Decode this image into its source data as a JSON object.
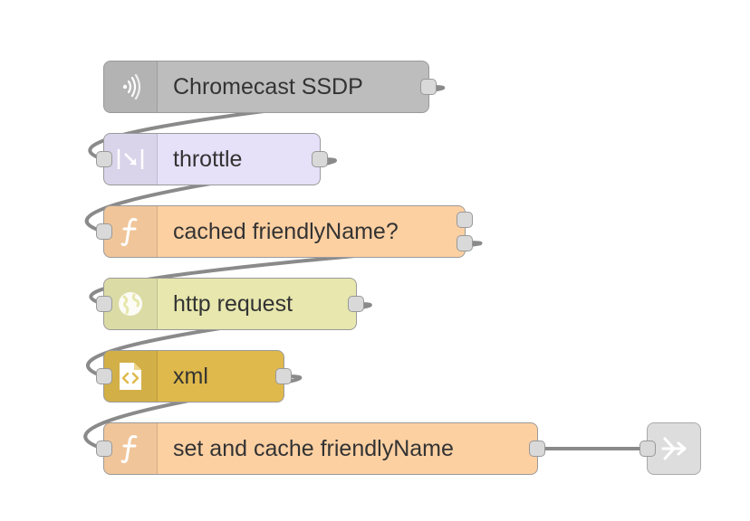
{
  "flow": {
    "nodes": {
      "ssdp": {
        "label": "Chromecast SSDP",
        "icon": "ssdp-wave-icon",
        "color": "#bdbdbd"
      },
      "throttle": {
        "label": "throttle",
        "icon": "throttle-icon",
        "color": "#e6e0f8"
      },
      "cached": {
        "label": "cached friendlyName?",
        "icon": "function-icon",
        "color": "#fdd0a2"
      },
      "http": {
        "label": "http request",
        "icon": "globe-icon",
        "color": "#e7e7ae"
      },
      "xml": {
        "label": "xml",
        "icon": "code-file-icon",
        "color": "#dfb94b"
      },
      "set": {
        "label": "set and cache friendlyName",
        "icon": "function-icon",
        "color": "#fdd0a2"
      },
      "link": {
        "label": "",
        "icon": "link-out-icon",
        "color": "#dddddd"
      }
    },
    "wire_color": "#8a8a8a"
  }
}
